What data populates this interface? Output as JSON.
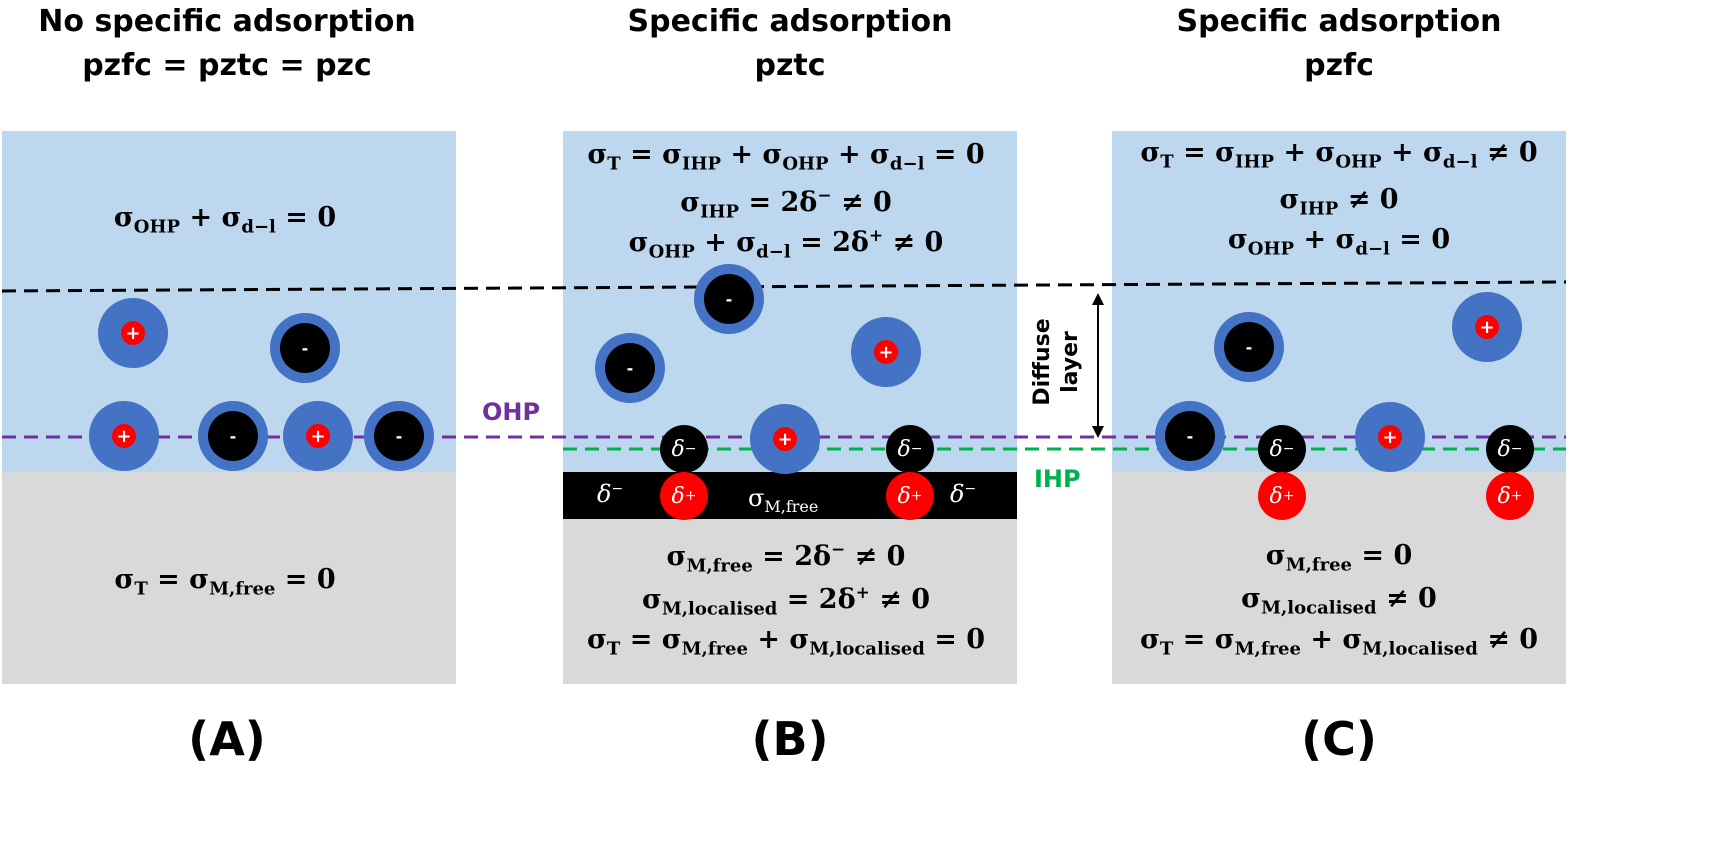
{
  "titles": {
    "a": [
      "No specific adsorption",
      "pzfc = pztc = pzc"
    ],
    "b": [
      "Specific adsorption",
      "pztc"
    ],
    "c": [
      "Specific adsorption",
      "pzfc"
    ]
  },
  "panel_labels": {
    "a": "(A)",
    "b": "(B)",
    "c": "(C)"
  },
  "layer_labels": {
    "ohp": "OHP",
    "ihp": "IHP",
    "diffuse_line1": "Diffuse",
    "diffuse_line2": "layer"
  },
  "ion_signs": {
    "plus": "+",
    "minus": "-"
  },
  "partial_charges": {
    "neg": "δ",
    "neg_sup": "−",
    "pos": "δ",
    "pos_sup": "+"
  },
  "equations": {
    "a_solution": "σ_OHP + σ_d−l = 0",
    "a_metal": "σ_T = σ_M,free = 0",
    "b_solution": [
      "σ_T = σ_IHP + σ_OHP + σ_d−l = 0",
      "σ_IHP = 2δ⁻ ≠ 0",
      "σ_OHP + σ_d−l = 2δ⁺ ≠ 0"
    ],
    "b_surface": "σ_M,free",
    "b_metal": [
      "σ_M,free = 2δ⁻ ≠ 0",
      "σ_M,localised = 2δ⁺ ≠ 0",
      "σ_T = σ_M,free + σ_M,localised = 0"
    ],
    "c_solution": [
      "σ_T = σ_IHP + σ_OHP + σ_d−l ≠ 0",
      "σ_IHP ≠ 0",
      "σ_OHP + σ_d−l = 0"
    ],
    "c_metal": [
      "σ_M,free = 0",
      "σ_M,localised ≠ 0",
      "σ_T = σ_M,free + σ_M,localised ≠ 0"
    ]
  },
  "colors": {
    "solution": "#bdd7ee",
    "metal": "#d9d9d9",
    "ion_shell": "#4472c4",
    "cation_core": "#ff0000",
    "anion_core": "#000000",
    "ohp_line": "#7030a0",
    "ihp_line": "#00b050",
    "diffuse_line": "#000000"
  }
}
